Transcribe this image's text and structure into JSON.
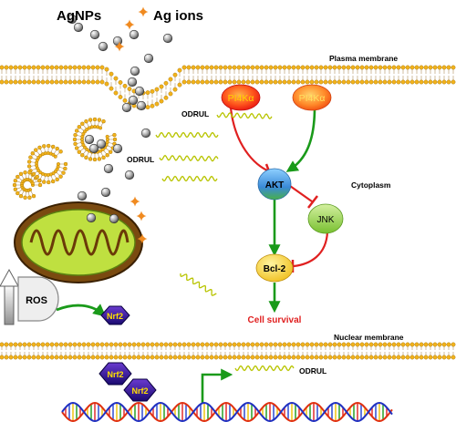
{
  "legend": {
    "agnps": "AgNPs",
    "ag_ions": "Ag ions"
  },
  "membranes": {
    "plasma": "Plasma membrane",
    "nuclear": "Nuclear membrane"
  },
  "compartments": {
    "cytoplasm": "Cytoplasm"
  },
  "nodes": {
    "pi4ka_left": "PI4Kα",
    "pi4ka_right": "PI4Kα",
    "akt": "AKT",
    "jnk": "JNK",
    "bcl2": "Bcl-2",
    "ros": "ROS",
    "nrf2_cyto": "Nrf2",
    "nrf2_nuc_a": "Nrf2",
    "nrf2_nuc_b": "Nrf2"
  },
  "rna": {
    "odrul_membrane": "ODRUL",
    "odrul_cyto": "ODRUL",
    "odrul_nuclear": "ODRUL"
  },
  "outcome": {
    "cell_survival": "Cell survival"
  },
  "colors": {
    "activation": "#1a9a1a",
    "inhibition": "#e02020",
    "outcome_text": "#e02020",
    "membrane_head": "#f2b21b",
    "rna": "#b8c400"
  }
}
